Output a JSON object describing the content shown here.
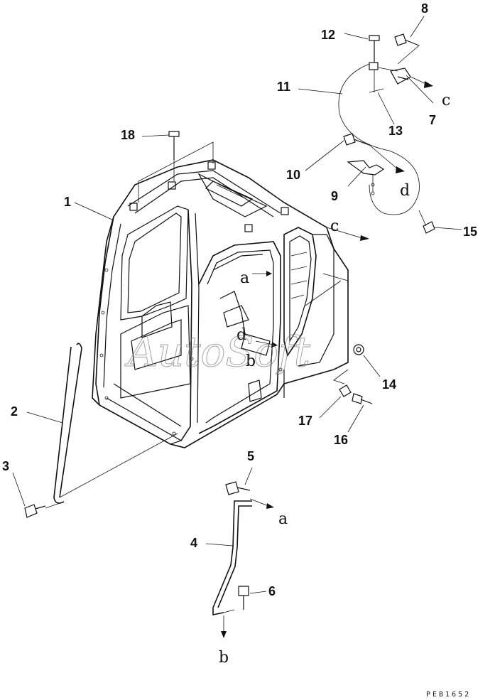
{
  "diagram": {
    "part_numbers": [
      "1",
      "2",
      "3",
      "4",
      "5",
      "6",
      "7",
      "8",
      "9",
      "10",
      "11",
      "12",
      "13",
      "14",
      "15",
      "16",
      "17",
      "18"
    ],
    "connection_letters": {
      "a": "a",
      "b": "b",
      "c": "c",
      "d": "d"
    },
    "watermark": "AutoSoft",
    "figure_code": "PEB1652"
  }
}
